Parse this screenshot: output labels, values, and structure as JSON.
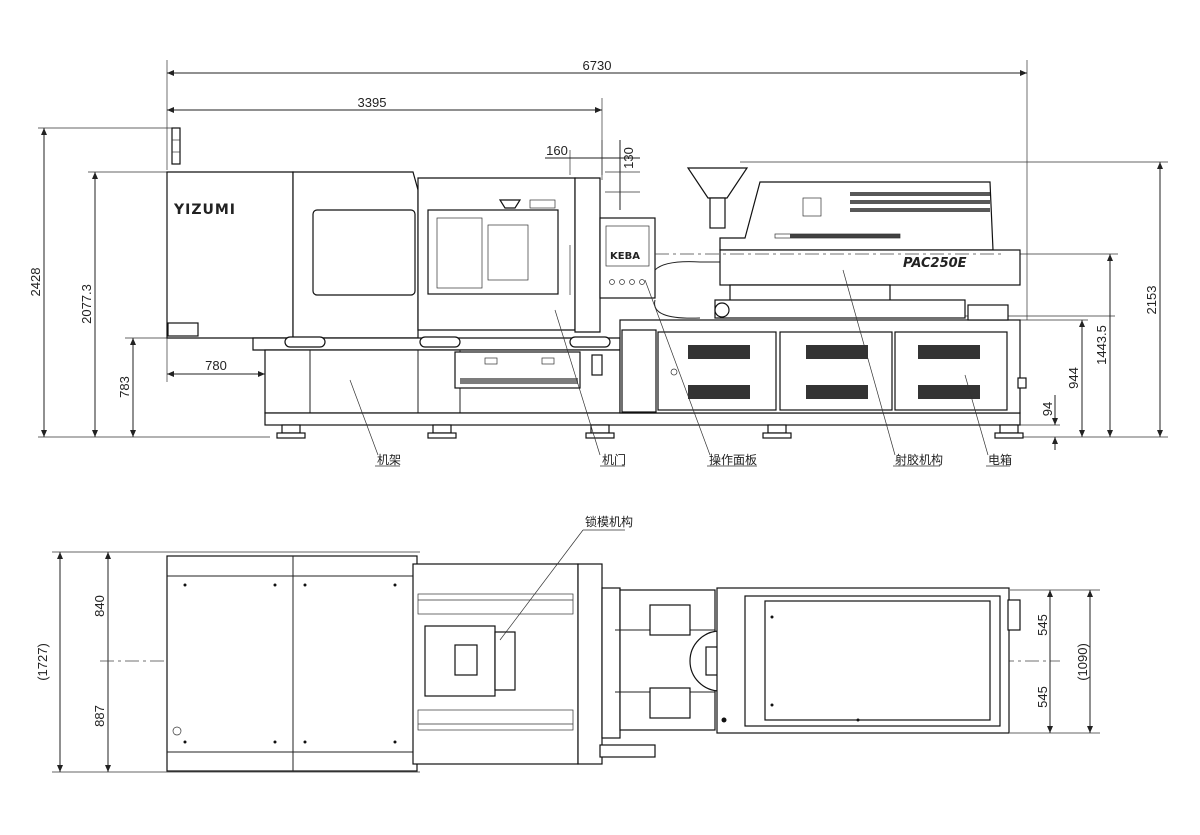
{
  "side_view": {
    "brand": "YIZUMI",
    "model": "PAC250E",
    "controller": "KEBA",
    "dimensions": {
      "overall_length": "6730",
      "clamp_length": "3395",
      "offset_160": "160",
      "offset_130": "130",
      "height_total": "2428",
      "height_top": "2077.3",
      "height_783": "783",
      "length_780": "780",
      "height_right": "2153",
      "height_1443": "1443.5",
      "height_944": "944",
      "height_94": "94"
    },
    "callouts": {
      "frame": "机架",
      "safety_door": "机门",
      "operation_panel": "操作面板",
      "injection_unit": "射胶机构",
      "electric_box": "电箱"
    }
  },
  "top_view": {
    "callouts": {
      "mold_clamp": "锁模机构"
    },
    "dimensions": {
      "width_total": "(1727)",
      "width_840": "840",
      "width_887": "887",
      "width_545_top": "545",
      "width_545_bottom": "545",
      "width_1090": "(1090)"
    }
  }
}
